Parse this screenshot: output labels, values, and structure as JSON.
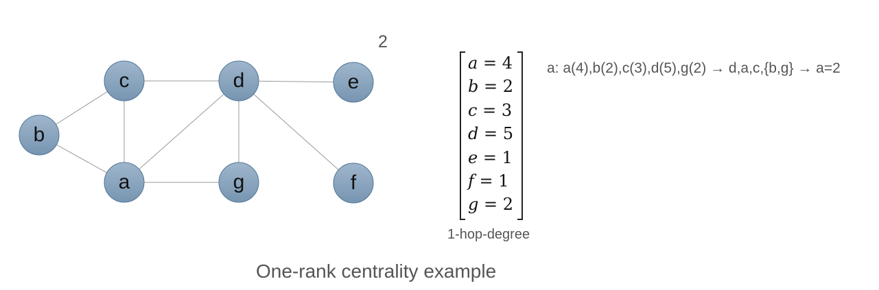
{
  "graph": {
    "nodes": [
      {
        "id": "a",
        "label": "a"
      },
      {
        "id": "b",
        "label": "b"
      },
      {
        "id": "c",
        "label": "c"
      },
      {
        "id": "d",
        "label": "d"
      },
      {
        "id": "e",
        "label": "e"
      },
      {
        "id": "f",
        "label": "f"
      },
      {
        "id": "g",
        "label": "g"
      }
    ],
    "edges": [
      [
        "b",
        "c"
      ],
      [
        "b",
        "a"
      ],
      [
        "c",
        "a"
      ],
      [
        "c",
        "d"
      ],
      [
        "a",
        "d"
      ],
      [
        "a",
        "g"
      ],
      [
        "d",
        "g"
      ],
      [
        "d",
        "e"
      ],
      [
        "d",
        "f"
      ]
    ],
    "node_fill_top": "#9fb6cc",
    "node_fill_bottom": "#7795b1",
    "node_stroke": "#4f7596",
    "edge_color": "#999999"
  },
  "corner_number": "2",
  "degree_matrix": {
    "rows": [
      {
        "var": "a",
        "value": "4"
      },
      {
        "var": "b",
        "value": "2"
      },
      {
        "var": "c",
        "value": "3"
      },
      {
        "var": "d",
        "value": "5"
      },
      {
        "var": "e",
        "value": "1"
      },
      {
        "var": "f",
        "value": "1"
      },
      {
        "var": "g",
        "value": "2"
      }
    ],
    "caption": "1-hop-degree"
  },
  "ranking_note": "a: a(4),b(2),c(3),d(5),g(2) → d,a,c,{b,g} → a=2",
  "figure_caption": "One-rank centrality example"
}
